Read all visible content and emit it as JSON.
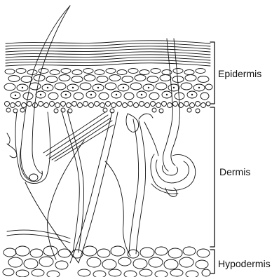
{
  "labels": {
    "epidermis": "Epidermis",
    "dermis": "Dermis",
    "hypodermis": "Hypodermis"
  },
  "colors": {
    "line": "#111111",
    "background": "#ffffff"
  }
}
